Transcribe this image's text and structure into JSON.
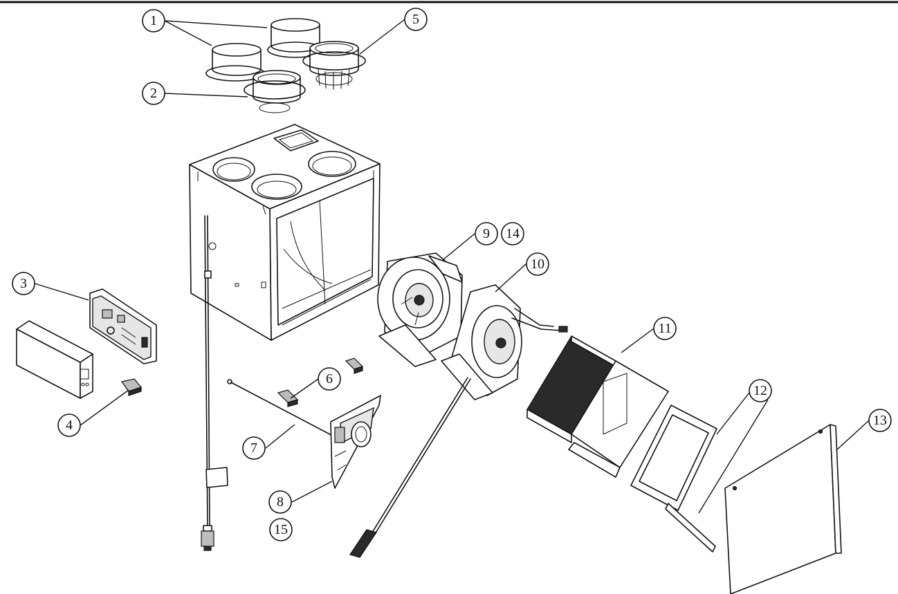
{
  "callouts": [
    {
      "id": "1",
      "label": "1"
    },
    {
      "id": "2",
      "label": "2"
    },
    {
      "id": "3",
      "label": "3"
    },
    {
      "id": "4",
      "label": "4"
    },
    {
      "id": "5",
      "label": "5"
    },
    {
      "id": "6",
      "label": "6"
    },
    {
      "id": "7",
      "label": "7"
    },
    {
      "id": "8",
      "label": "8"
    },
    {
      "id": "9",
      "label": "9"
    },
    {
      "id": "10",
      "label": "10"
    },
    {
      "id": "11",
      "label": "11"
    },
    {
      "id": "12",
      "label": "12"
    },
    {
      "id": "13",
      "label": "13"
    },
    {
      "id": "14",
      "label": "14"
    },
    {
      "id": "15",
      "label": "15"
    }
  ],
  "colors": {
    "line": "#111111",
    "background": "#ffffff",
    "part_fill": "#e6e6e6",
    "dark_fill": "#2a2a2a"
  }
}
